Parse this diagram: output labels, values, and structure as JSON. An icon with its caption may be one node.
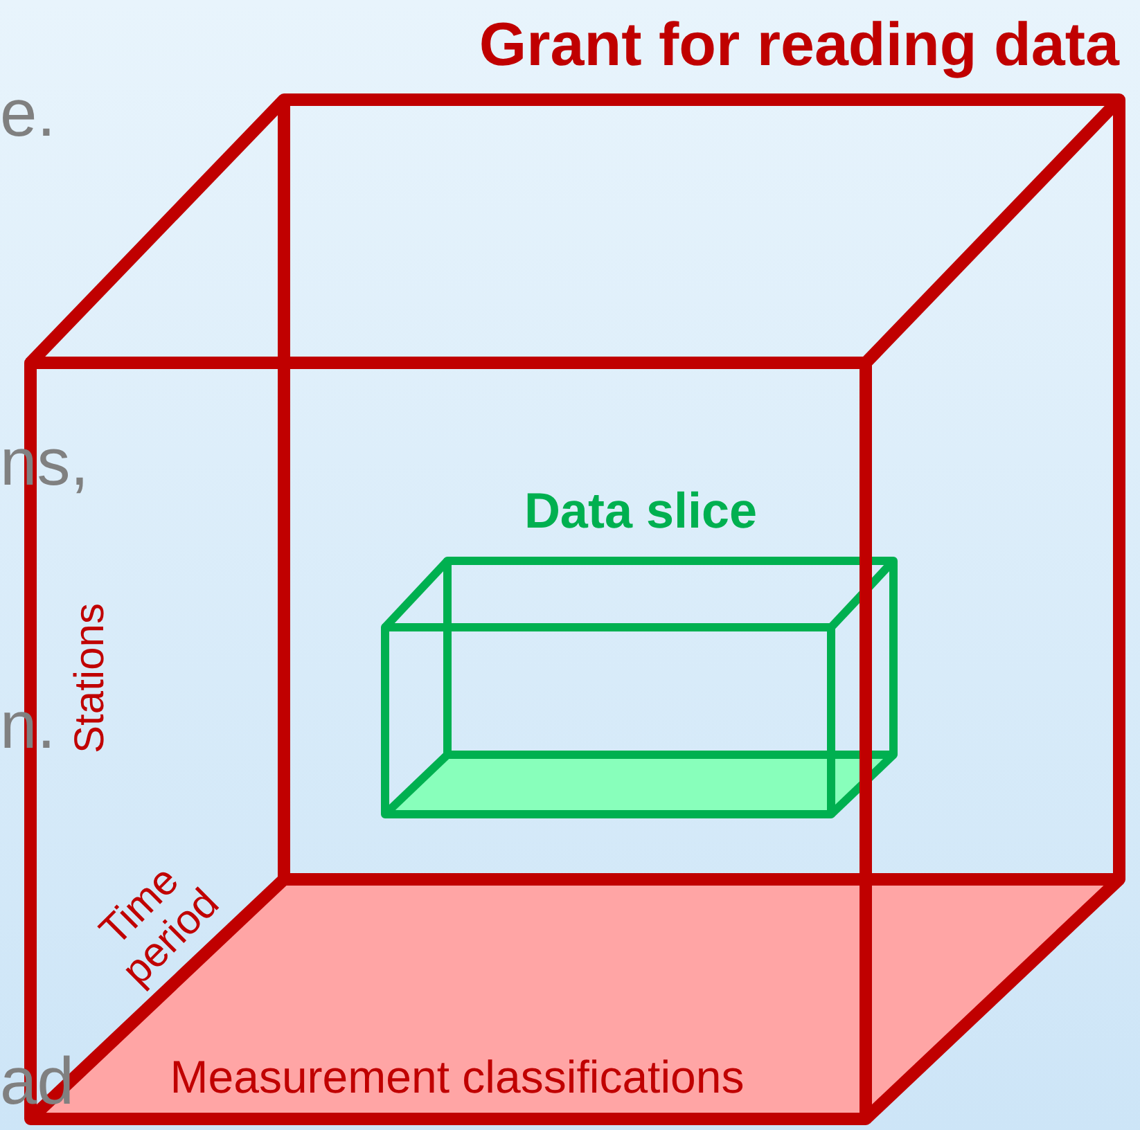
{
  "diagram": {
    "nodes": [
      {
        "text": [
          "Grant for reading data"
        ]
      },
      {
        "text": [
          "Data slice"
        ],
        "in": 0
      }
    ],
    "labels": [
      "e.",
      "ns,",
      "n.",
      "Stations",
      "Time period",
      "ad",
      "Measurement classifications"
    ]
  }
}
